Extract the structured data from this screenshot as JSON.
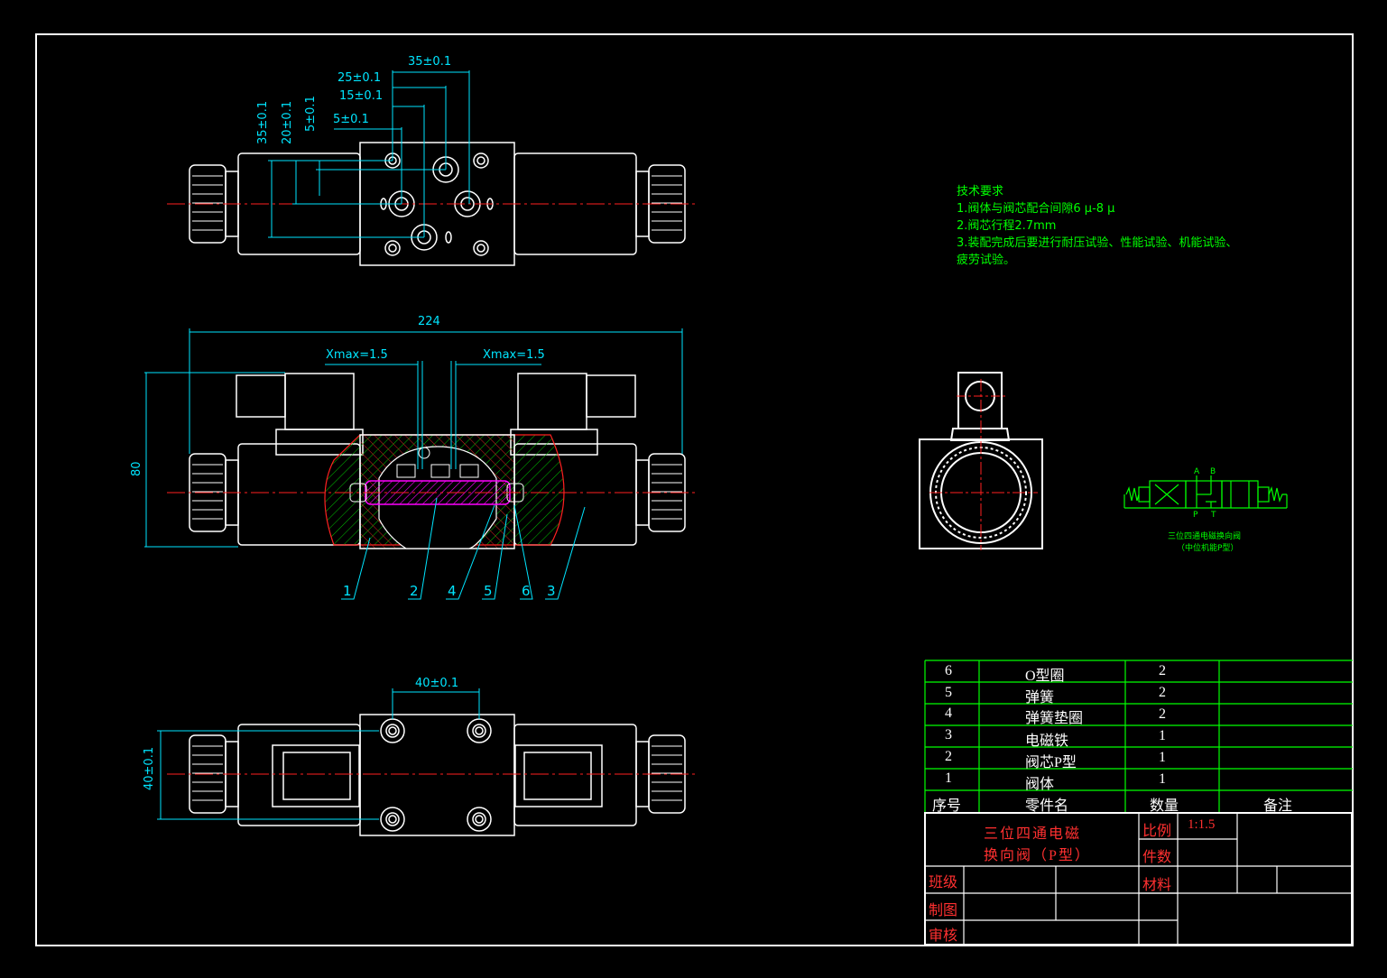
{
  "tech_requirements": {
    "heading": "技术要求",
    "items": [
      "1.阀体与阀芯配合间隙6 μ-8 μ",
      "2.阀芯行程2.7mm",
      "3.装配完成后要进行耐压试验、性能试验、机能试验、",
      "疲劳试验。"
    ]
  },
  "dimensions": {
    "top_35": "35±0.1",
    "top_25": "25±0.1",
    "top_15": "15±0.1",
    "top_5": "5±0.1",
    "v_35": "35±0.1",
    "v_20": "20±0.1",
    "v_5": "5±0.1",
    "total_224": "224",
    "xmax_left": "Xmax=1.5",
    "xmax_right": "Xmax=1.5",
    "height_80": "80",
    "bottom_40": "40±0.1",
    "v_40": "40±0.1"
  },
  "leaders": [
    "1",
    "2",
    "4",
    "5",
    "6",
    "3"
  ],
  "symbol": {
    "port_a": "A",
    "port_b": "B",
    "port_p": "P",
    "port_t": "T",
    "caption_1": "三位四通电磁换向阀",
    "caption_2": "（中位机能P型）"
  },
  "parts_list": {
    "rows": [
      {
        "no": "6",
        "name": "O型圈",
        "qty": "2",
        "note": ""
      },
      {
        "no": "5",
        "name": "弹簧",
        "qty": "2",
        "note": ""
      },
      {
        "no": "4",
        "name": "弹簧垫圈",
        "qty": "2",
        "note": ""
      },
      {
        "no": "3",
        "name": "电磁铁",
        "qty": "1",
        "note": ""
      },
      {
        "no": "2",
        "name": "阀芯P型",
        "qty": "1",
        "note": ""
      },
      {
        "no": "1",
        "name": "阀体",
        "qty": "1",
        "note": ""
      }
    ],
    "header": {
      "no": "序号",
      "name": "零件名",
      "qty": "数量",
      "note": "备注"
    }
  },
  "title_block": {
    "title_line1": "三位四通电磁",
    "title_line2": "换向阀（P型）",
    "scale_label": "比例",
    "scale_value": "1:1.5",
    "count_label": "件数",
    "material_label": "材料",
    "class_label": "班级",
    "drawn_label": "制图",
    "checked_label": "审核"
  },
  "colors": {
    "background": "#000000",
    "outline": "#ffffff",
    "dimension": "#00e5ff",
    "centerline": "#ff2020",
    "text_green": "#00ff00",
    "title_red": "#ff3030",
    "hatch_green": "#00c000",
    "spool_magenta": "#ff00ff"
  }
}
